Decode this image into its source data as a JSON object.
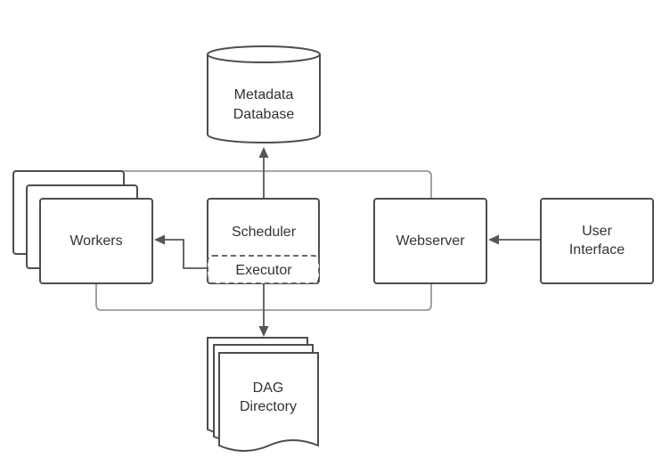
{
  "nodes": {
    "metadata_database": {
      "line1": "Metadata",
      "line2": "Database"
    },
    "workers": {
      "label": "Workers"
    },
    "scheduler": {
      "label": "Scheduler"
    },
    "executor": {
      "label": "Executor"
    },
    "webserver": {
      "label": "Webserver"
    },
    "user_interface": {
      "line1": "User",
      "line2": "Interface"
    },
    "dag_directory": {
      "line1": "DAG",
      "line2": "Directory"
    }
  },
  "colors": {
    "stroke": "#4d4d4d",
    "connector": "#8a8a8a",
    "text": "#333333",
    "background": "#ffffff"
  }
}
